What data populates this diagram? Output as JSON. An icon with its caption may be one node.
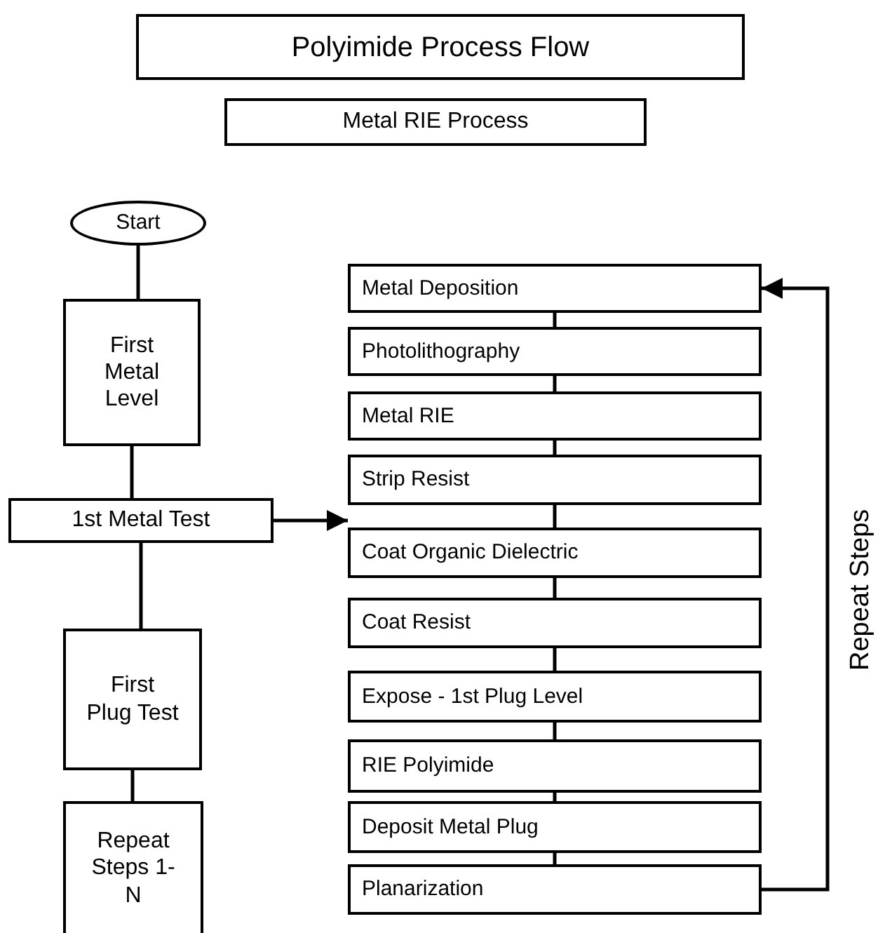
{
  "diagram": {
    "nodes": [
      {
        "text": [
          "Polyimide Process Flow"
        ]
      },
      {
        "text": [
          "Metal RIE Process"
        ]
      },
      {
        "text": [
          "Start"
        ]
      },
      {
        "text": [
          "First Metal Level"
        ]
      },
      {
        "text": [
          "1st Metal Test"
        ]
      },
      {
        "text": [
          "First Plug Test"
        ]
      },
      {
        "text": [
          "Repeat Steps 1-N"
        ]
      },
      {
        "text": [
          "Metal Deposition"
        ]
      },
      {
        "text": [
          "Photolithography"
        ]
      },
      {
        "text": [
          "Metal RIE"
        ]
      },
      {
        "text": [
          "Strip Resist"
        ]
      },
      {
        "text": [
          "Coat Organic Dielectric"
        ]
      },
      {
        "text": [
          "Coat Resist"
        ]
      },
      {
        "text": [
          "Expose - 1st Plug Level"
        ]
      },
      {
        "text": [
          "RIE Polyimide"
        ]
      },
      {
        "text": [
          "Deposit Metal Plug"
        ]
      },
      {
        "text": [
          "Planarization"
        ]
      }
    ],
    "edges": [
      {
        "from": 2,
        "to": 3,
        "arrow": "none"
      },
      {
        "from": 3,
        "to": 4,
        "arrow": "none"
      },
      {
        "from": 4,
        "to": 5,
        "arrow": "none"
      },
      {
        "from": 5,
        "to": 6,
        "arrow": "none"
      },
      {
        "from": 4,
        "to": 10,
        "arrow": "to"
      },
      {
        "from": 7,
        "to": 8,
        "arrow": "none"
      },
      {
        "from": 8,
        "to": 9,
        "arrow": "none"
      },
      {
        "from": 9,
        "to": 10,
        "arrow": "none"
      },
      {
        "from": 10,
        "to": 11,
        "arrow": "none"
      },
      {
        "from": 11,
        "to": 12,
        "arrow": "none"
      },
      {
        "from": 12,
        "to": 13,
        "arrow": "none"
      },
      {
        "from": 13,
        "to": 14,
        "arrow": "none"
      },
      {
        "from": 14,
        "to": 15,
        "arrow": "none"
      },
      {
        "from": 15,
        "to": 16,
        "arrow": "none"
      },
      {
        "from": 16,
        "to": 7,
        "arrow": "to",
        "label": "Repeat Steps"
      }
    ]
  }
}
